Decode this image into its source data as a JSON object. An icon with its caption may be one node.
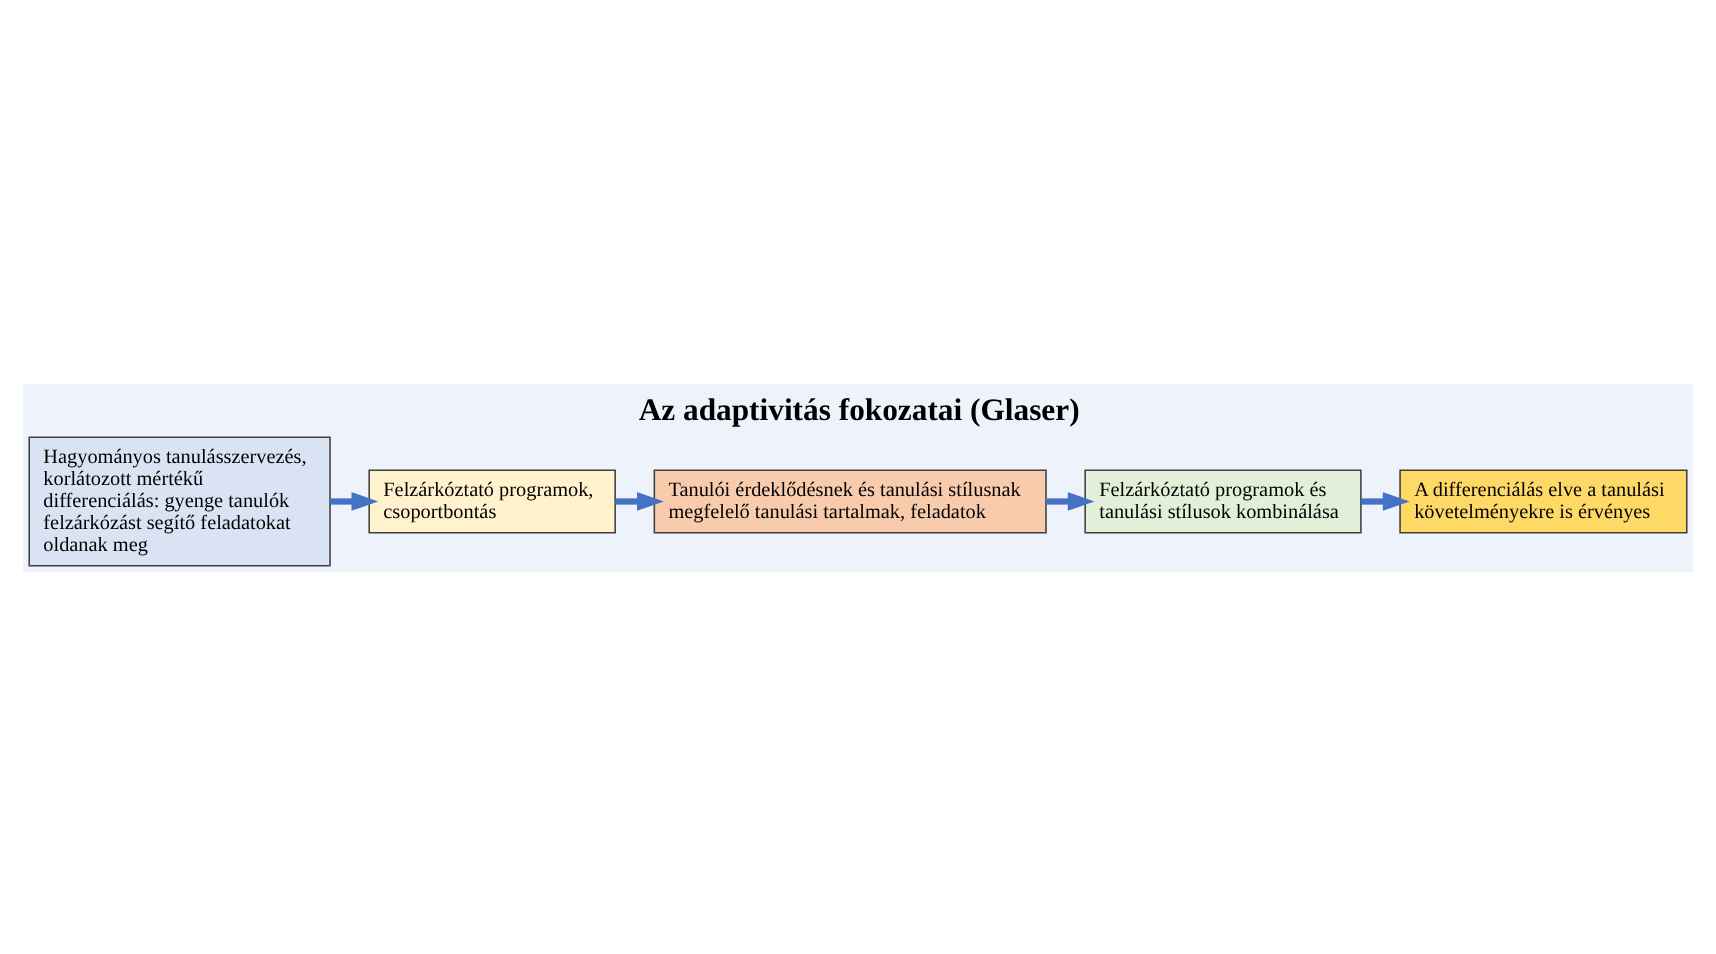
{
  "diagram": {
    "title": "Az adaptivitás fokozatai (Glaser)",
    "nodes": [
      {
        "text": [
          "Hagyományos tanulásszervezés, korlátozott mértékű differenciálás: gyenge tanulók felzárkózást segítő feladatokat oldanak meg"
        ]
      },
      {
        "text": [
          "Felzárkóztató programok, csoportbontás"
        ]
      },
      {
        "text": [
          "Tanulói érdeklődésnek és tanulási stílusnak megfelelő tanulási tartalmak, feladatok"
        ]
      },
      {
        "text": [
          "Felzárkóztató programok és tanulási stílusok kombinálása"
        ]
      },
      {
        "text": [
          "A differenciálás elve a tanulási követelményekre is érvényes"
        ]
      }
    ],
    "edges": [
      {
        "from": 0,
        "to": 1,
        "arrow": "to"
      },
      {
        "from": 1,
        "to": 2,
        "arrow": "to"
      },
      {
        "from": 2,
        "to": 3,
        "arrow": "to"
      },
      {
        "from": 3,
        "to": 4,
        "arrow": "to"
      }
    ]
  }
}
